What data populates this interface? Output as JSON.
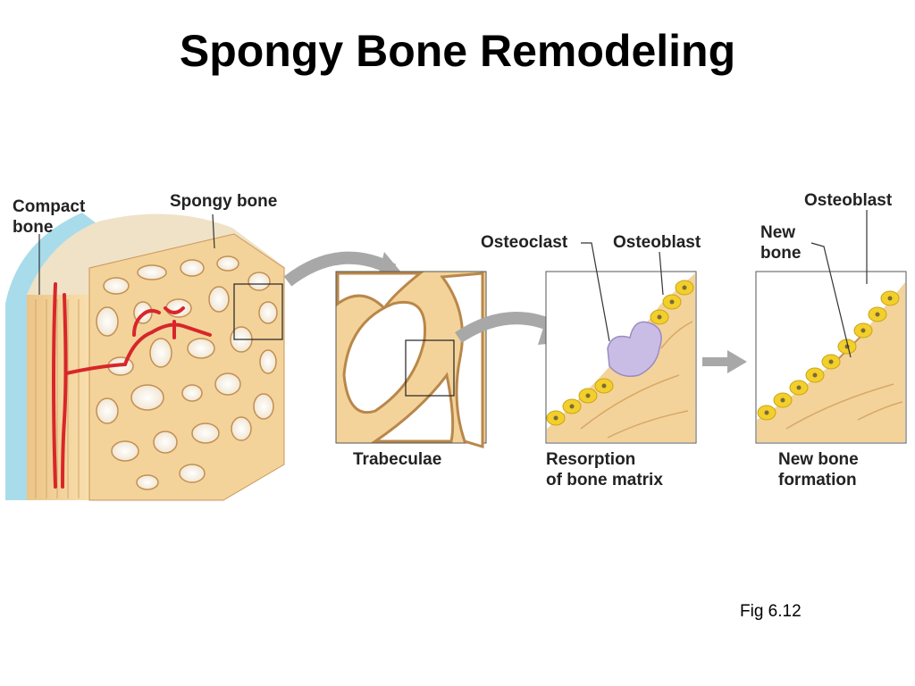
{
  "title": "Spongy Bone Remodeling",
  "labels": {
    "compact_bone_1": "Compact",
    "compact_bone_2": "bone",
    "spongy_bone": "Spongy bone",
    "osteoclast": "Osteoclast",
    "osteoblast_mid": "Osteoblast",
    "osteoblast_right": "Osteoblast",
    "new_bone_1": "New",
    "new_bone_2": "bone"
  },
  "captions": {
    "trabeculae": "Trabeculae",
    "resorption_1": "Resorption",
    "resorption_2": "of bone matrix",
    "formation_1": "New bone",
    "formation_2": "formation"
  },
  "figure_ref": "Fig 6.12",
  "colors": {
    "bone": "#f3d39a",
    "bone_shadow": "#d9a866",
    "bone_dark": "#b9874a",
    "cartilage_blue": "#a9dcea",
    "vessel_red": "#d8262a",
    "arrow_gray": "#a8a8a8",
    "osteoblast_yellow": "#f2cf2a",
    "osteoclast_purple": "#c9bde6"
  }
}
